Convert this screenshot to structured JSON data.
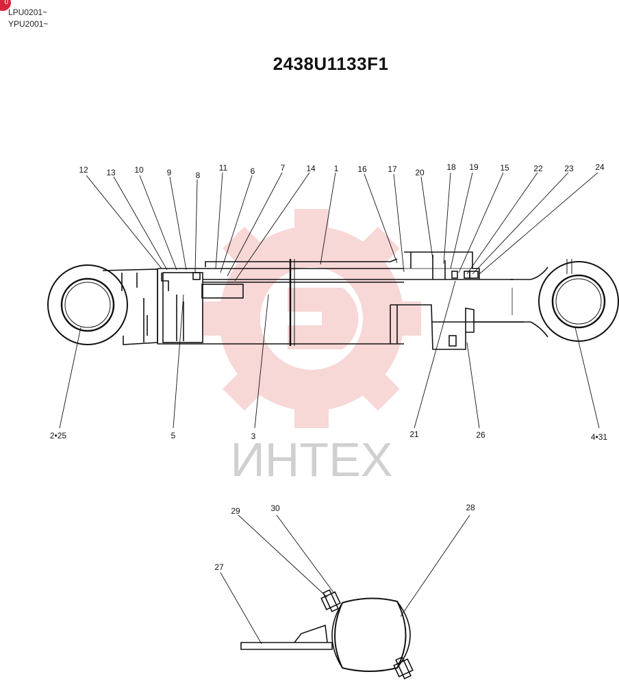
{
  "header": {
    "badge": "0",
    "serials": [
      "LPU0201~",
      "YPU2001~"
    ],
    "title": "2438U1133F1"
  },
  "watermark": {
    "text": "ИНТЕХ",
    "logo": "gear-logo-icon",
    "color": "#f4b8b8"
  },
  "callouts": {
    "c12": "12",
    "c13": "13",
    "c10": "10",
    "c9": "9",
    "c8": "8",
    "c11": "11",
    "c6": "6",
    "c7": "7",
    "c14": "14",
    "c1": "1",
    "c16": "16",
    "c17": "17",
    "c20": "20",
    "c18": "18",
    "c19": "19",
    "c15": "15",
    "c22": "22",
    "c23": "23",
    "c24": "24",
    "c2_25": "2•25",
    "c5": "5",
    "c3": "3",
    "c21": "21",
    "c26": "26",
    "c4_31": "4•31",
    "c29": "29",
    "c30": "30",
    "c28": "28",
    "c27": "27"
  }
}
